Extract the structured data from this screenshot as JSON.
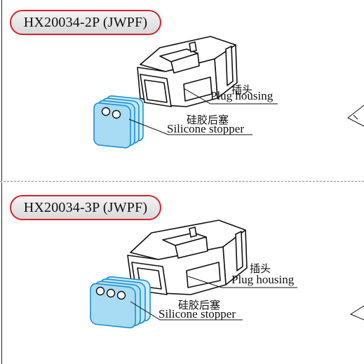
{
  "diagrams": [
    {
      "title": "HX20034-2P (JWPF)",
      "plug_housing_cn": "插头",
      "plug_housing_en": "Plug housing",
      "stopper_cn": "硅胶后塞",
      "stopper_en": "Silicone stopper",
      "hole_count": 2
    },
    {
      "title": "HX20034-3P (JWPF)",
      "plug_housing_cn": "插头",
      "plug_housing_en": "Plug housing",
      "stopper_cn": "硅胶后塞",
      "stopper_en": "Silicone stopper",
      "hole_count": 3
    }
  ],
  "colors": {
    "pill_border": "#d4232c",
    "stopper_fill": "#9fd8f2",
    "stopper_stroke": "#1e8fd0",
    "line": "#111111",
    "divider": "#8a8a8a"
  }
}
